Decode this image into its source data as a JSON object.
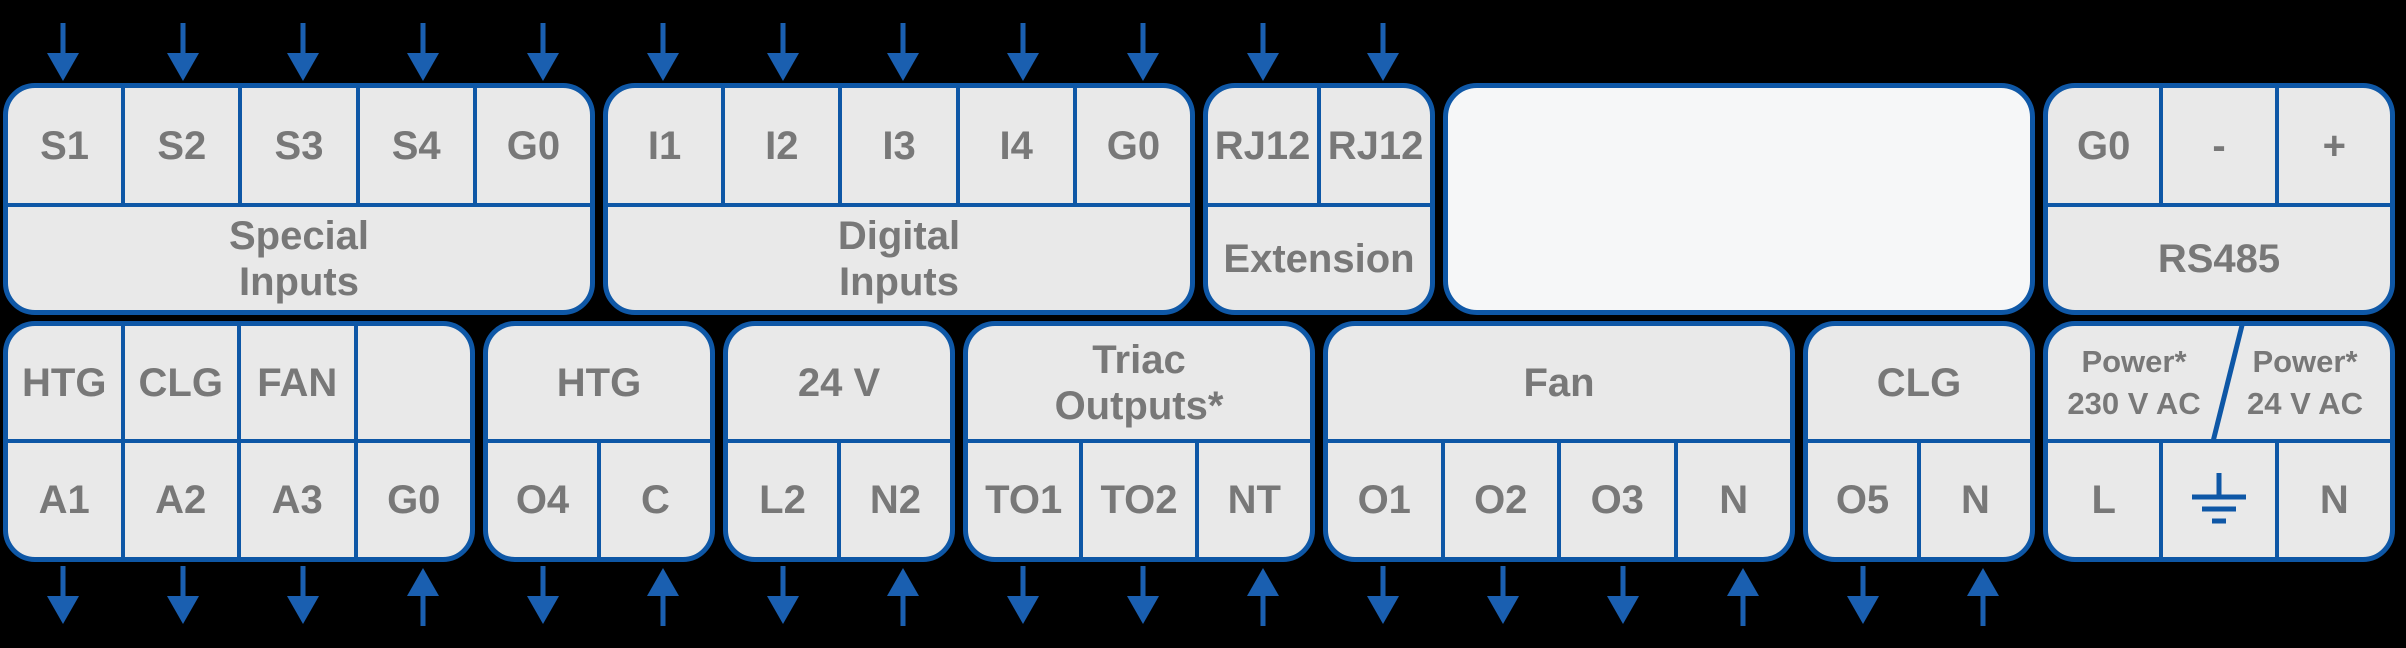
{
  "colors": {
    "background": "#000000",
    "block_fill": "#e9e9e9",
    "blank_panel_fill": "#f6f7f8",
    "border_blue": "#0e57a6",
    "arrow_blue": "#1a5fb0",
    "label_gray": "#787878"
  },
  "top_row": {
    "groups": [
      {
        "label": "Special\nInputs",
        "terminals": [
          {
            "label": "S1",
            "arrow": "down"
          },
          {
            "label": "S2",
            "arrow": "down"
          },
          {
            "label": "S3",
            "arrow": "down"
          },
          {
            "label": "S4",
            "arrow": "down"
          },
          {
            "label": "G0",
            "arrow": "down"
          }
        ]
      },
      {
        "label": "Digital\nInputs",
        "terminals": [
          {
            "label": "I1",
            "arrow": "down"
          },
          {
            "label": "I2",
            "arrow": "down"
          },
          {
            "label": "I3",
            "arrow": "down"
          },
          {
            "label": "I4",
            "arrow": "down"
          },
          {
            "label": "G0",
            "arrow": "down"
          }
        ]
      },
      {
        "label": "Extension",
        "terminals": [
          {
            "label": "RJ12",
            "arrow": "down"
          },
          {
            "label": "RJ12",
            "arrow": "down"
          }
        ]
      },
      {
        "label": "RS485",
        "terminals": [
          {
            "label": "G0",
            "arrow": null
          },
          {
            "label": "-",
            "arrow": null
          },
          {
            "label": "+",
            "arrow": null
          }
        ]
      }
    ]
  },
  "bottom_row": {
    "groups": [
      {
        "label_cells": [
          "HTG",
          "CLG",
          "FAN",
          ""
        ],
        "terminals": [
          {
            "label": "A1",
            "arrow": "down"
          },
          {
            "label": "A2",
            "arrow": "down"
          },
          {
            "label": "A3",
            "arrow": "down"
          },
          {
            "label": "G0",
            "arrow": "up"
          }
        ]
      },
      {
        "label": "HTG",
        "terminals": [
          {
            "label": "O4",
            "arrow": "down"
          },
          {
            "label": "C",
            "arrow": "up"
          }
        ]
      },
      {
        "label": "24 V",
        "terminals": [
          {
            "label": "L2",
            "arrow": "down"
          },
          {
            "label": "N2",
            "arrow": "up"
          }
        ]
      },
      {
        "label": "Triac\nOutputs*",
        "terminals": [
          {
            "label": "TO1",
            "arrow": "down"
          },
          {
            "label": "TO2",
            "arrow": "down"
          },
          {
            "label": "NT",
            "arrow": "up"
          }
        ]
      },
      {
        "label": "Fan",
        "terminals": [
          {
            "label": "O1",
            "arrow": "down"
          },
          {
            "label": "O2",
            "arrow": "down"
          },
          {
            "label": "O3",
            "arrow": "down"
          },
          {
            "label": "N",
            "arrow": "up"
          }
        ]
      },
      {
        "label": "CLG",
        "terminals": [
          {
            "label": "O5",
            "arrow": "down"
          },
          {
            "label": "N",
            "arrow": "up"
          }
        ]
      },
      {
        "label_left": "Power*\n230 V AC",
        "label_right": "Power*\n24 V AC",
        "terminals": [
          {
            "label": "L",
            "arrow": null
          },
          {
            "label": "",
            "icon": "earth-ground",
            "arrow": null
          },
          {
            "label": "N",
            "arrow": null
          }
        ]
      }
    ]
  }
}
